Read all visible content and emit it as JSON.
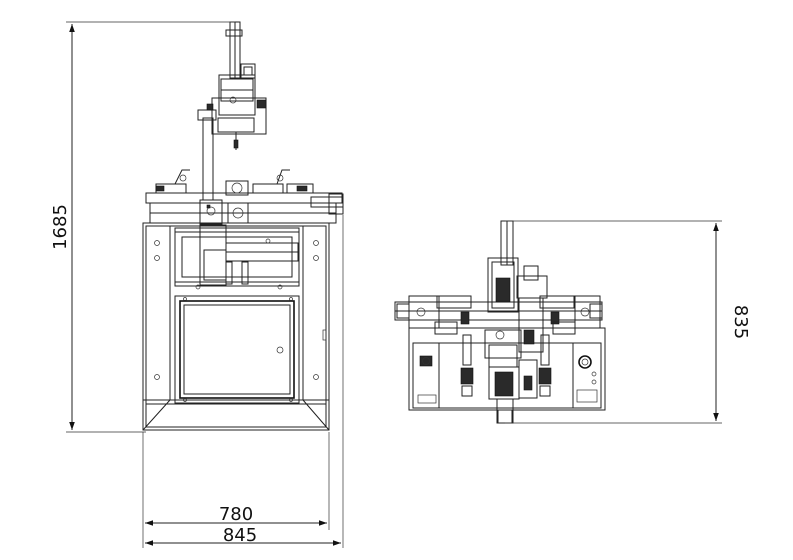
{
  "dimensions": {
    "height_front": "1685",
    "height_top": "835",
    "width_inner": "780",
    "width_outer": "845"
  },
  "views": [
    {
      "name": "front-view"
    },
    {
      "name": "top-view"
    }
  ]
}
